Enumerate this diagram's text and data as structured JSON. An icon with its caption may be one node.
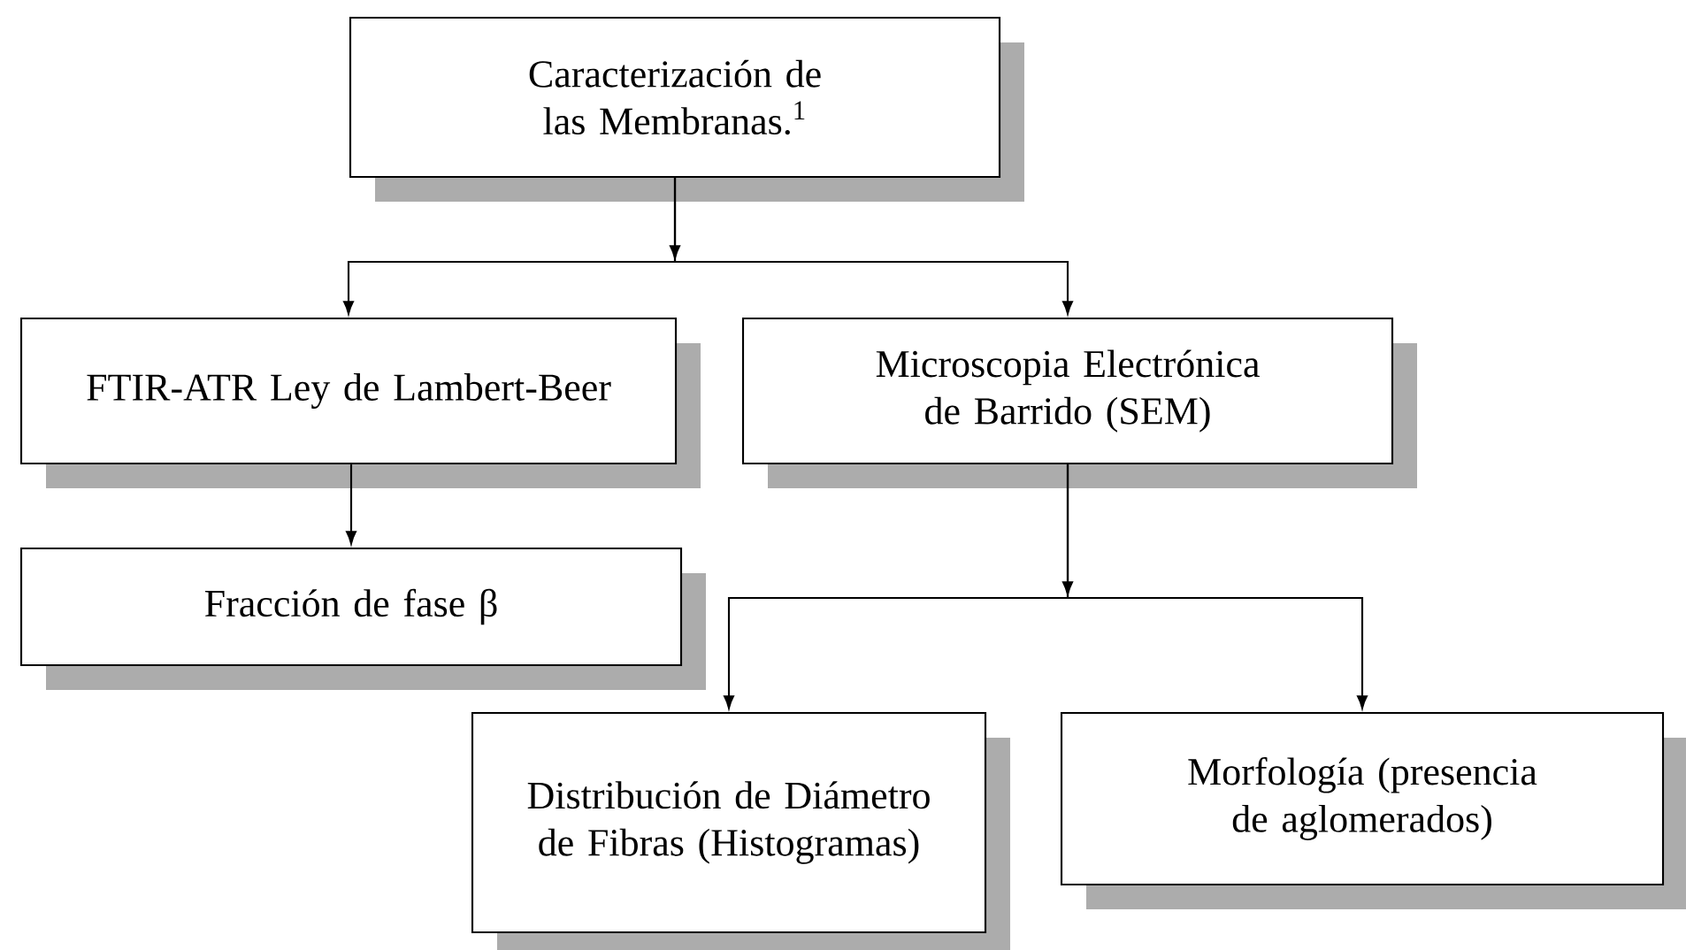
{
  "diagram": {
    "nodes": [
      {
        "text": [
          "Caracterización de las Membranas.$^{1}$"
        ]
      },
      {
        "text": [
          "FTIR-ATR Ley de Lambert-Beer"
        ]
      },
      {
        "text": [
          "Microscopia Electrónica de Barrido (SEM)"
        ]
      },
      {
        "text": [
          "Fracción de fase β"
        ]
      },
      {
        "text": [
          "Distribución de Diámetro de Fibras (Histogramas)"
        ]
      },
      {
        "text": [
          "Morfología (presencia de aglomerados)"
        ]
      }
    ],
    "edges": [
      {
        "from": 0,
        "to": 1,
        "arrow": "to"
      },
      {
        "from": 0,
        "to": 2,
        "arrow": "to"
      },
      {
        "from": 1,
        "to": 3,
        "arrow": "to"
      },
      {
        "from": 2,
        "to": 4,
        "arrow": "to"
      },
      {
        "from": 2,
        "to": 5,
        "arrow": "to"
      }
    ]
  }
}
